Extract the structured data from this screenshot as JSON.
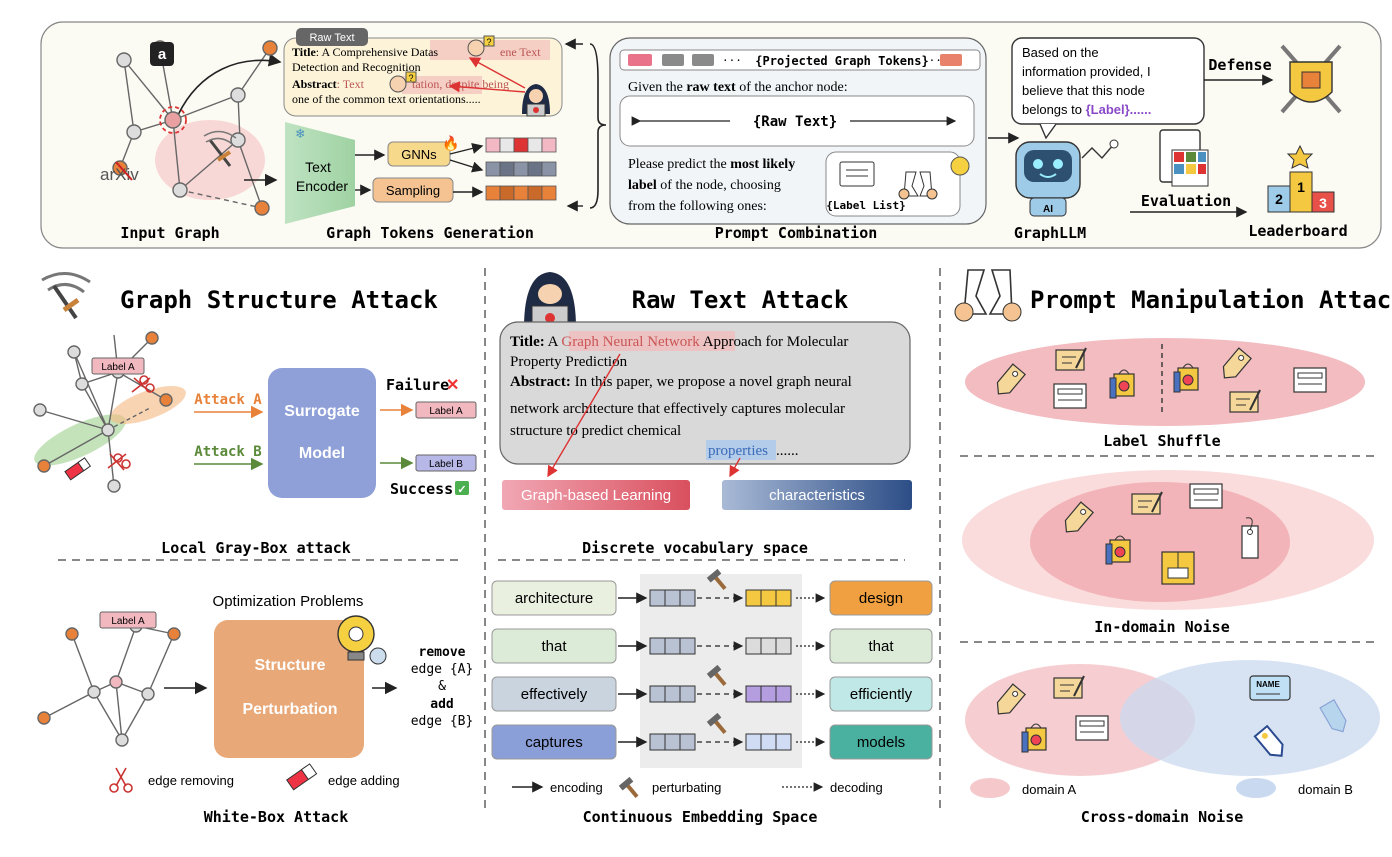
{
  "top": {
    "input_graph": {
      "caption": "Input Graph",
      "arxiv": "arXiv",
      "amazon": "a"
    },
    "tokens_gen": {
      "caption": "Graph Tokens Generation",
      "raw_text_tab": "Raw Text",
      "title_label": "Title",
      "title_text_1": ": A Comprehensive Datas",
      "title_text_2": "ene Text",
      "title_text_3": "Detection and Recognition",
      "abstract_label": "Abstract",
      "abstract_text_1": ": Text",
      "abstract_text_2": "tation, despite being",
      "abstract_text_3": "one of the common text orientations.....",
      "encoder": [
        "Text",
        "Encoder"
      ],
      "gnns": "GNNs",
      "sampling": "Sampling"
    },
    "prompt": {
      "caption": "Prompt Combination",
      "projected": "{Projected Graph Tokens}",
      "dots": "···",
      "given_1": "Given the ",
      "given_bold": "raw text",
      "given_2": " of the anchor node:",
      "raw_text": "{Raw Text}",
      "predict_1": "Please predict the ",
      "predict_bold_1": "most likely",
      "predict_bold_2": "label",
      "predict_2": " of the node, choosing",
      "predict_3": "from the following ones:",
      "label_list": "{Label List}"
    },
    "graphllm": {
      "caption": "GraphLLM",
      "bubble": [
        "Based on the",
        "information provided, I",
        "believe that this node",
        "belongs to "
      ],
      "bubble_label": "{Label}......",
      "ai": "AI"
    },
    "defense": "Defense",
    "evaluation": "Evaluation",
    "leaderboard": "Leaderboard",
    "podium": [
      "2",
      "1",
      "3"
    ]
  },
  "graph_structure": {
    "title": "Graph Structure Attack",
    "label_a": "Label A",
    "label_b": "Label B",
    "attack_a": "Attack A",
    "attack_b": "Attack B",
    "surrogate": [
      "Surrogate",
      "Model"
    ],
    "failure": "Failure",
    "success": "Success",
    "local_caption": "Local Gray-Box attack",
    "opt_problems": "Optimization Problems",
    "perturb": [
      "Structure",
      "Perturbation"
    ],
    "remove_1": "remove",
    "remove_2": "edge {A}",
    "amp": "&",
    "add_1": "add",
    "add_2": "edge {B}",
    "edge_removing": "edge removing",
    "edge_adding": "edge adding",
    "white_caption": "White-Box Attack"
  },
  "raw_text_attack": {
    "title": "Raw Text Attack",
    "t_label": "Title:",
    "t_1": " A ",
    "t_hl": "Graph Neural Network",
    "t_2": " Approach for Molecular",
    "t_3": "Property Prediction",
    "a_label": "Abstract:",
    "a_1": " In this paper, we propose a novel graph neural",
    "a_2": "network architecture that effectively captures molecular",
    "a_3": "structure to predict chemical ",
    "a_hl": "properties",
    "a_4": "......",
    "repl_1": "Graph-based Learning",
    "repl_2": "characteristics",
    "discrete_caption": "Discrete vocabulary space",
    "words_in": [
      "architecture",
      "that",
      "effectively",
      "captures"
    ],
    "words_out": [
      "design",
      "that",
      "efficiently",
      "models"
    ],
    "legend": [
      "encoding",
      "perturbating",
      "decoding"
    ],
    "continuous_caption": "Continuous Embedding Space"
  },
  "prompt_attack": {
    "title": "Prompt Manipulation Attack",
    "label_shuffle": "Label Shuffle",
    "in_domain": "In-domain Noise",
    "cross_domain": "Cross-domain Noise",
    "domain_a": "domain A",
    "domain_b": "domain B",
    "name_tag": "NAME"
  },
  "colors": {
    "orange": "#e8823a",
    "green": "#5a8a3a",
    "surrogate": "#8fa0d8",
    "perturb": "#e9a878",
    "pink": "#f2bcc0",
    "blue_ellipse": "#c9d9ef"
  }
}
